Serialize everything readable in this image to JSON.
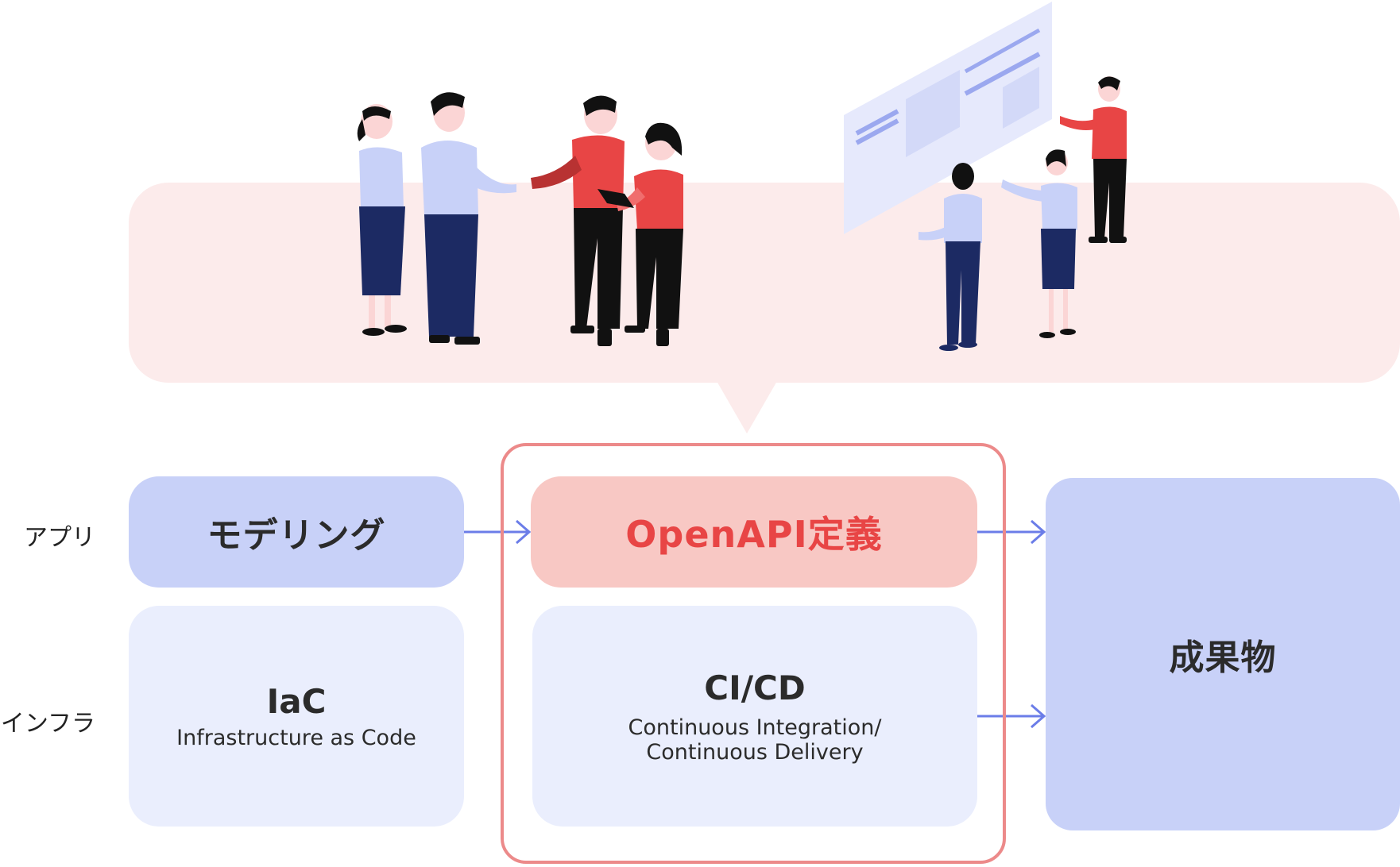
{
  "rows": {
    "app_label": "アプリ",
    "infra_label": "インフラ"
  },
  "boxes": {
    "modeling": {
      "title": "モデリング"
    },
    "iac": {
      "title": "IaC",
      "subtitle": "Infrastructure as Code"
    },
    "openapi": {
      "title": "OpenAPI定義"
    },
    "cicd": {
      "title": "CI/CD",
      "subtitle_line1": "Continuous Integration/",
      "subtitle_line2": "Continuous Delivery"
    },
    "output": {
      "title": "成果物"
    }
  },
  "colors": {
    "bubble": "#fcebeb",
    "app_box": "#c8d1f8",
    "infra_box": "#eaeefd",
    "openapi_box": "#f8c8c4",
    "accent_red": "#e84545",
    "frame": "#ec8a8a",
    "arrow": "#6b7de8"
  },
  "illustration": {
    "left_group": "people-shaking-hands-icon",
    "right_group": "people-presenting-screen-icon"
  }
}
